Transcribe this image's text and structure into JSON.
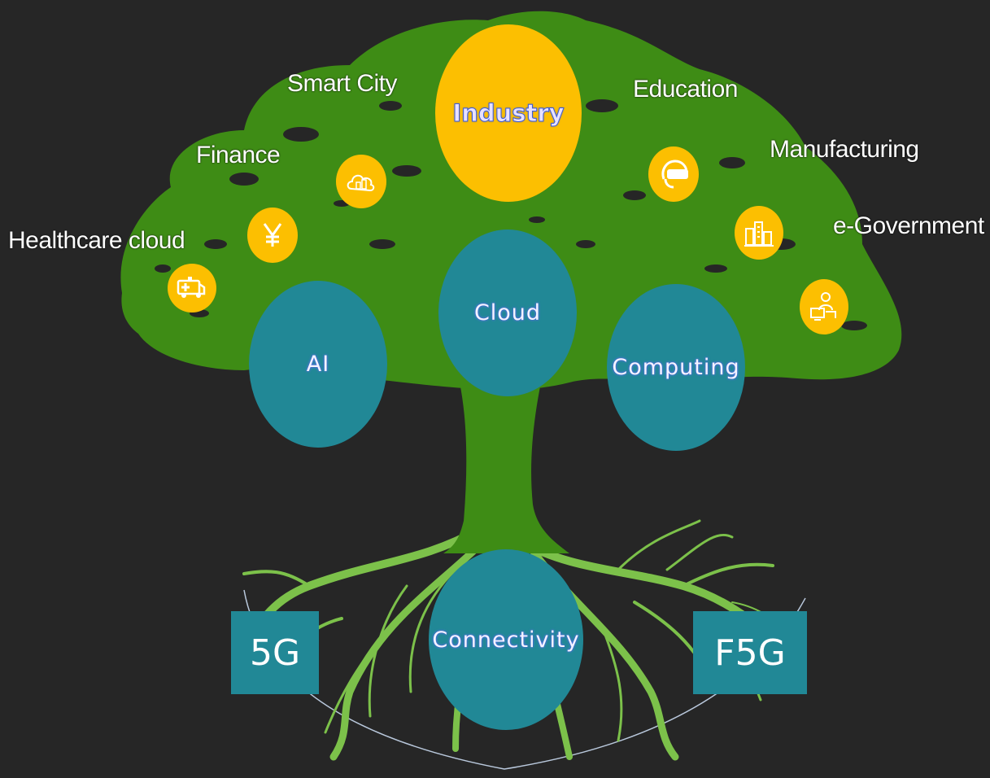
{
  "colors": {
    "background": "#262626",
    "tree_green": "#3e8c15",
    "root_green": "#7cc14a",
    "teal": "#218896",
    "gold": "#fcbf01",
    "white": "#ffffff"
  },
  "circles": {
    "industry": "Industry",
    "cloud": "Cloud",
    "ai": "AI",
    "computing": "Computing",
    "connectivity": "Connectivity"
  },
  "applications": {
    "smart_city": "Smart City",
    "finance": "Finance",
    "healthcare": "Healthcare cloud",
    "education": "Education",
    "manufacturing": "Manufacturing",
    "egov": "e-Government"
  },
  "boxes": {
    "left": "5G",
    "right": "F5G"
  },
  "icons": {
    "healthcare": "ambulance-icon",
    "finance": "yen-icon",
    "smart_city": "cloud-city-icon",
    "education": "vr-headset-icon",
    "manufacturing": "factory-buildings-icon",
    "egov": "person-computer-icon"
  }
}
